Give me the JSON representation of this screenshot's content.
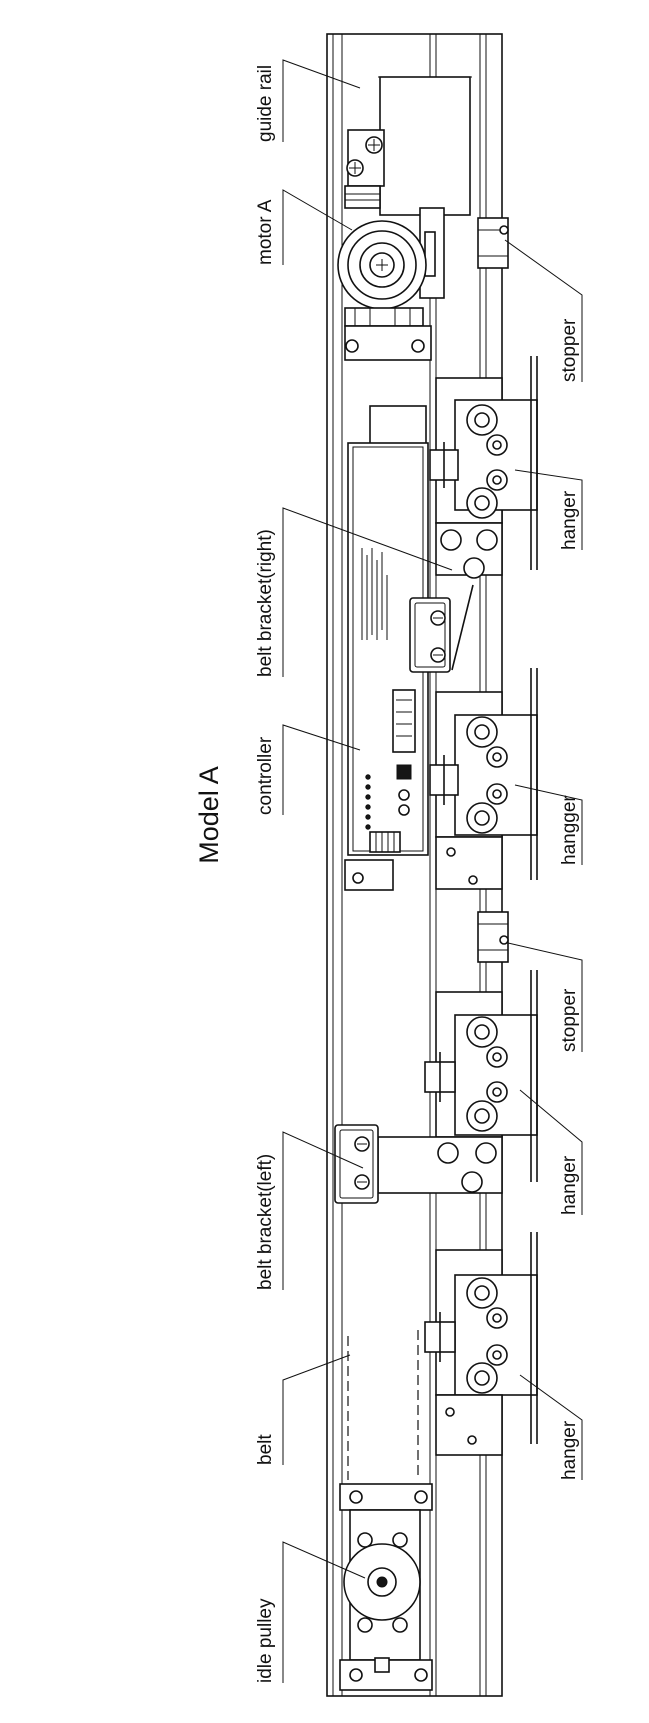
{
  "title": "Model A",
  "labels": {
    "guide_rail": "guide rail",
    "motor": "motor A",
    "belt_bracket_right": "belt bracket(right)",
    "controller": "controller",
    "belt_bracket_left": "belt bracket(left)",
    "belt": "belt",
    "idle_pulley": "idle pulley",
    "stopper_1": "stopper",
    "hanger_1": "hanger",
    "hangger_2": "hangger",
    "stopper_2": "stopper",
    "hanger_3": "hanger",
    "hanger_4": "hanger"
  },
  "colors": {
    "ink": "#111111",
    "background": "#ffffff"
  }
}
